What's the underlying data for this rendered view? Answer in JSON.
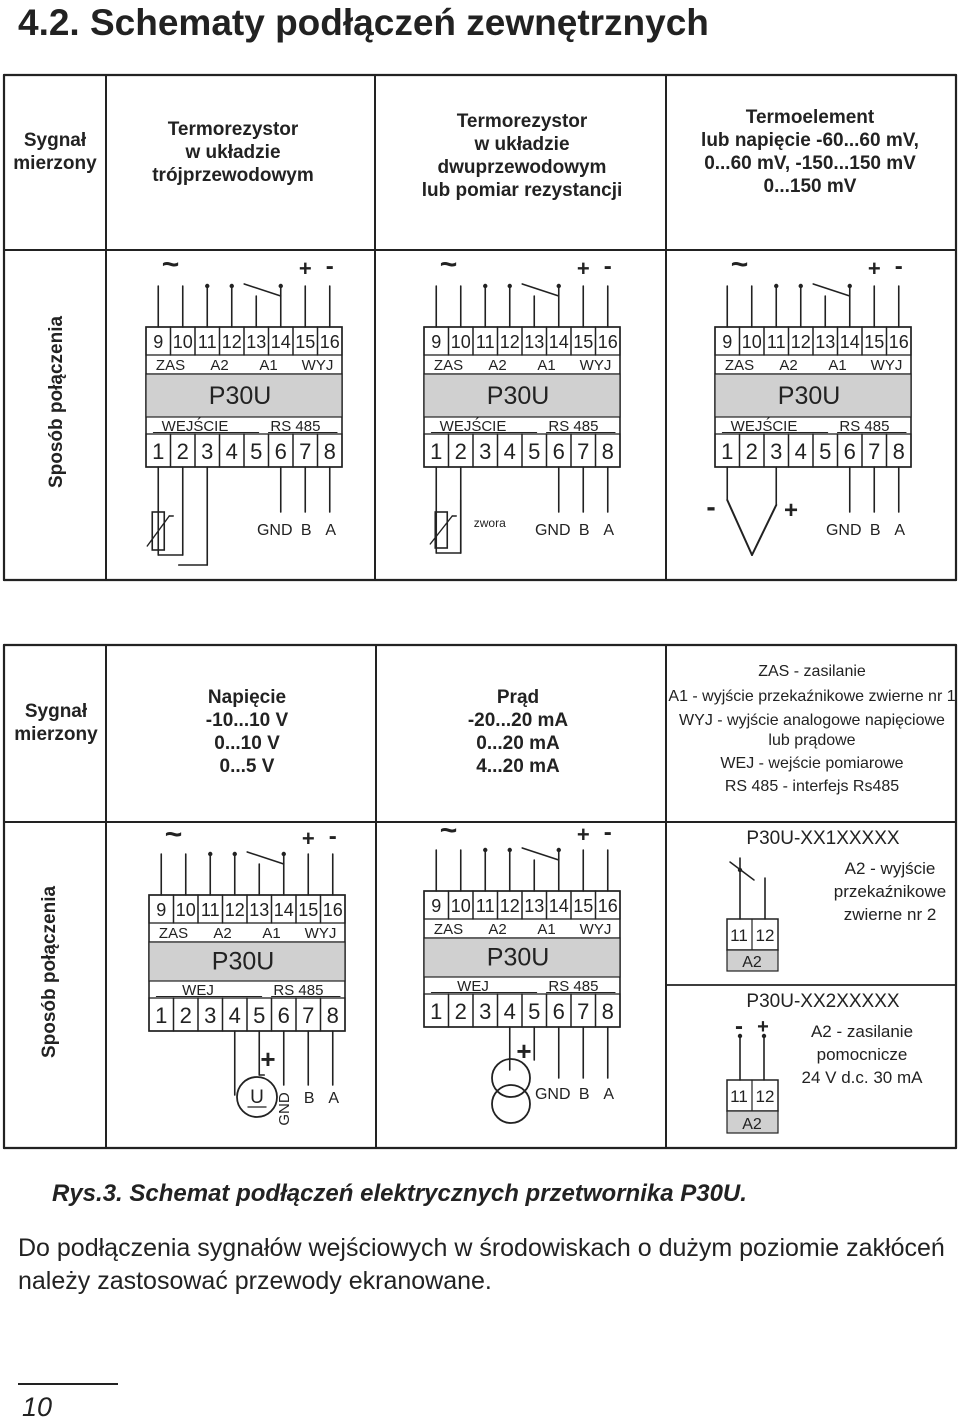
{
  "heading": "4.2. Schematy podłączeń zewnętrznych",
  "table1": {
    "row_head_signal": [
      "Sygnał",
      "mierzony"
    ],
    "row_head_connection": "Sposób połączenia",
    "col1": [
      "Termorezystor",
      "w układzie",
      "trójprzewodowym"
    ],
    "col2": [
      "Termorezystor",
      "w układzie",
      "dwuprzewodowym",
      "lub pomiar rezystancji"
    ],
    "col3": [
      "Termoelement",
      "lub napięcie -60...60 mV,",
      "0...60 mV, -150...150 mV",
      "0...150 mV"
    ],
    "jumper_label": "zwora"
  },
  "table2": {
    "row_head_signal": [
      "Sygnał",
      "mierzony"
    ],
    "row_head_connection": "Sposób połączenia",
    "col1": [
      "Napięcie",
      "-10...10 V",
      "0...10 V",
      "0...5 V"
    ],
    "col2": [
      "Prąd",
      "-20...20 mA",
      "0...20 mA",
      "4...20 mA"
    ],
    "legend": [
      "ZAS - zasilanie",
      "A1 - wyjście przekaźnikowe zwierne nr 1",
      "WYJ - wyjście analogowe napięciowe",
      "lub prądowe",
      "WEJ - wejście pomiarowe",
      "RS 485 - interfejs  Rs485"
    ],
    "opt1_title": "P30U-XX1XXXXX",
    "opt1_desc": [
      "A2 - wyjście",
      "przekaźnikowe",
      "zwierne nr 2"
    ],
    "opt2_title": "P30U-XX2XXXXX",
    "opt2_desc": [
      "A2 - zasilanie",
      "pomocnicze",
      "24 V d.c. 30 mA"
    ]
  },
  "device": {
    "model": "P30U",
    "top_terminals": [
      "9",
      "10",
      "11",
      "12",
      "13",
      "14",
      "15",
      "16"
    ],
    "bottom_terminals": [
      "1",
      "2",
      "3",
      "4",
      "5",
      "6",
      "7",
      "8"
    ],
    "top_labels": [
      "ZAS",
      "A2",
      "A1",
      "WYJ"
    ],
    "input_label_long": "WEJŚCIE",
    "input_label_short": "WEJ",
    "rs_label": "RS 485",
    "gnd": "GND",
    "b": "B",
    "a": "A",
    "plus": "+",
    "minus": "-",
    "tilde": "~",
    "source_u": "U",
    "module_terminals": [
      "11",
      "12"
    ],
    "module_label": "A2"
  },
  "caption": "Rys.3.  Schemat podłączeń elektrycznych przetwornika P30U.",
  "paragraph": "Do podłączenia sygnałów wejściowych w środowiskach o dużym poziomie zakłóceń należy zastosować przewody ekranowane.",
  "page_number": "10"
}
